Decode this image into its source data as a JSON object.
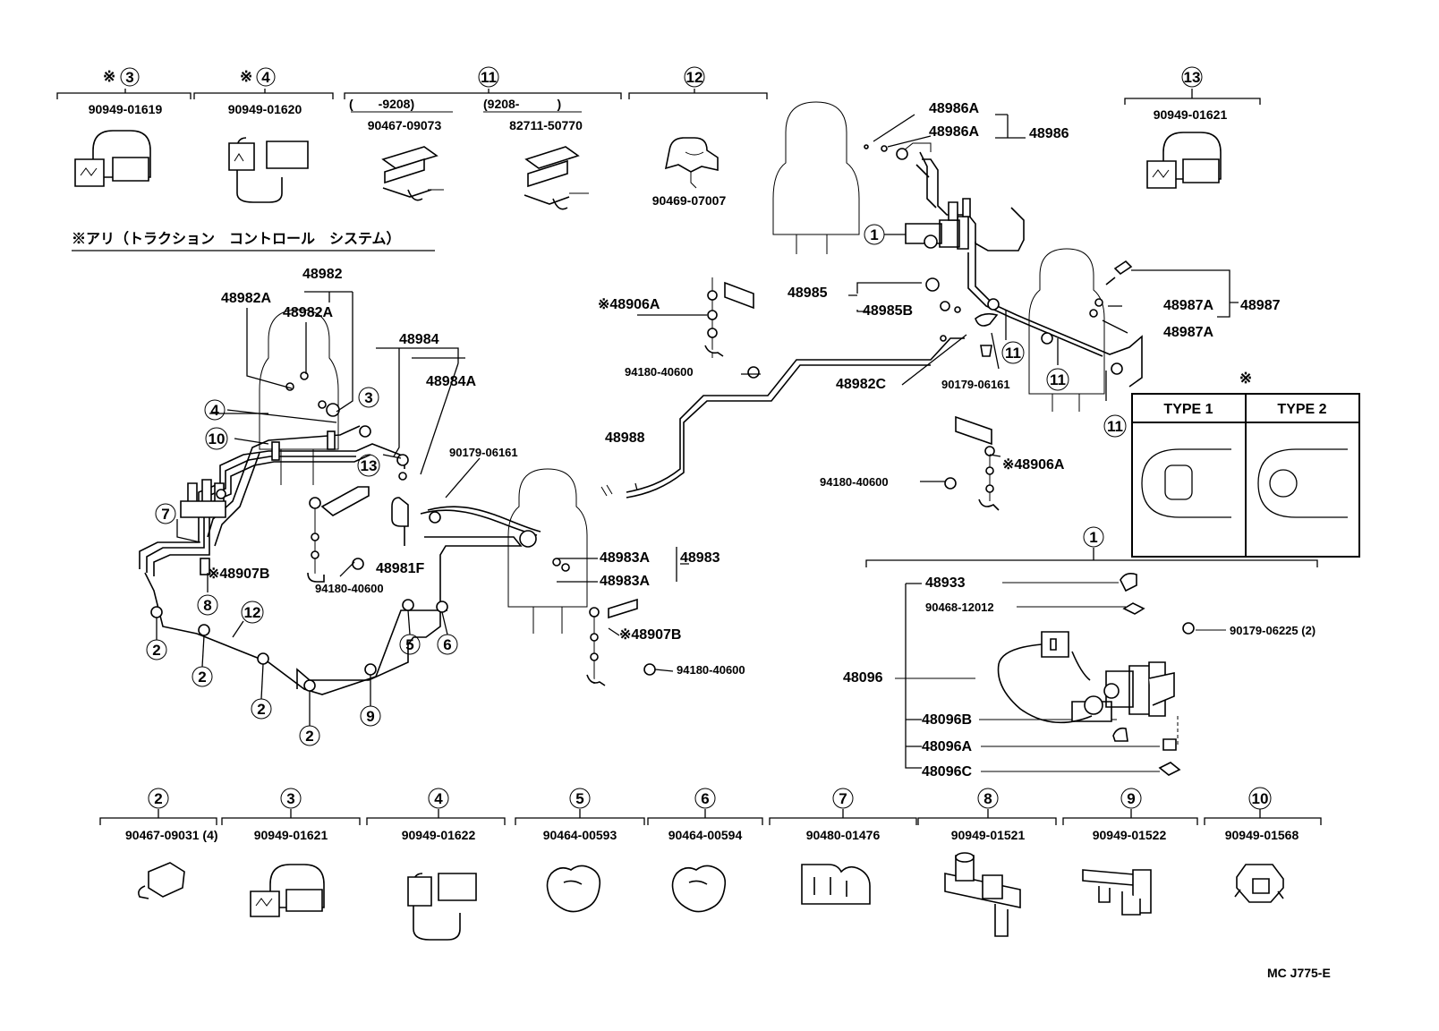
{
  "note": "※アリ（トラクション　コントロール　システム）",
  "code": "MC J775-E",
  "type_box": {
    "mark": "※",
    "type1": "TYPE 1",
    "type2": "TYPE 2"
  },
  "top_groups": [
    {
      "id": "c3",
      "num": "3",
      "mark": "※",
      "part": "90949-01619"
    },
    {
      "id": "c4",
      "num": "4",
      "mark": "※",
      "part": "90949-01620"
    },
    {
      "id": "c11",
      "num": "11",
      "mark": "",
      "range_a": "(　　-9208)",
      "range_b": "(9208-　　　)",
      "part_a": "90467-09073",
      "part_b": "82711-50770"
    },
    {
      "id": "c12",
      "num": "12",
      "mark": "",
      "part": "90469-07007"
    },
    {
      "id": "c13",
      "num": "13",
      "mark": "",
      "part": "90949-01621"
    }
  ],
  "bottom_groups": [
    {
      "num": "2",
      "part": "90467-09031 (4)"
    },
    {
      "num": "3",
      "part": "90949-01621"
    },
    {
      "num": "4",
      "part": "90949-01622"
    },
    {
      "num": "5",
      "part": "90464-00593"
    },
    {
      "num": "6",
      "part": "90464-00594"
    },
    {
      "num": "7",
      "part": "90480-01476"
    },
    {
      "num": "8",
      "part": "90949-01521"
    },
    {
      "num": "9",
      "part": "90949-01522"
    },
    {
      "num": "10",
      "part": "90949-01568"
    }
  ],
  "labels": {
    "p48982": "48982",
    "p48982A_1": "48982A",
    "p48982A_2": "48982A",
    "p48984": "48984",
    "p48984A": "48984A",
    "p48906A_1": "※48906A",
    "p94180_1": "94180-40600",
    "p48988": "48988",
    "p90179_1": "90179-06161",
    "p48983": "48983",
    "p48983A_1": "48983A",
    "p48983A_2": "48983A",
    "p48907B_1": "※48907B",
    "p48981F": "48981F",
    "p94180_2": "94180-40600",
    "p48907B_2": "※48907B",
    "p94180_3": "94180-40600",
    "p48986": "48986",
    "p48986A_1": "48986A",
    "p48986A_2": "48986A",
    "p48985": "48985",
    "p48985B": "48985B",
    "p48982C": "48982C",
    "p90179_2": "90179-06161",
    "p48987": "48987",
    "p48987A_1": "48987A",
    "p48987A_2": "48987A",
    "p48906A_2": "※48906A",
    "p94180_4": "94180-40600",
    "p48933": "48933",
    "p90468": "90468-12012",
    "p90179_3": "90179-06225 (2)",
    "p48096": "48096",
    "p48096B": "48096B",
    "p48096A": "48096A",
    "p48096C": "48096C"
  },
  "callouts": {
    "k1a": "1",
    "k1b": "1",
    "k3": "3",
    "k4": "4",
    "k10": "10",
    "k13": "13",
    "k7": "7",
    "k8": "8",
    "k12": "12",
    "k2a": "2",
    "k2b": "2",
    "k2c": "2",
    "k2d": "2",
    "k9": "9",
    "k5": "5",
    "k6": "6",
    "k11a": "11",
    "k11b": "11",
    "k11c": "11"
  }
}
